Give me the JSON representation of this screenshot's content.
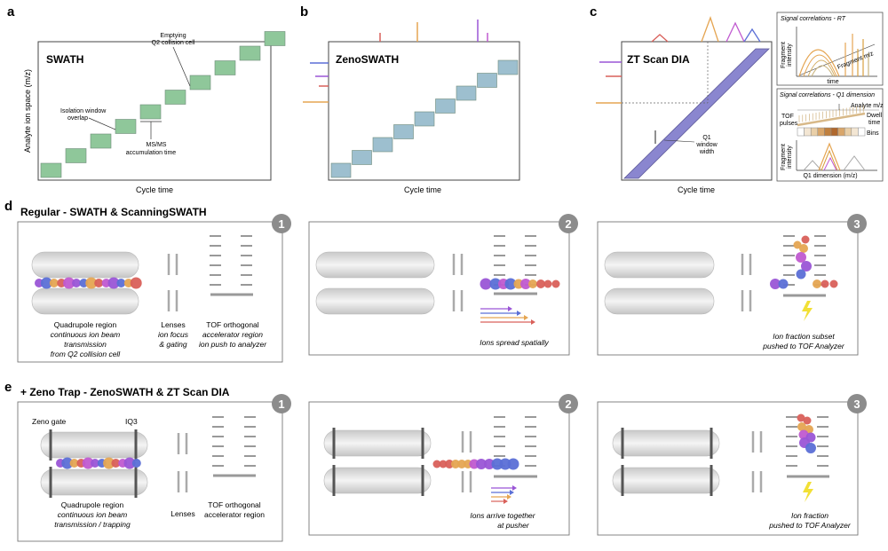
{
  "panels": {
    "a": {
      "letter": "a",
      "title": "SWATH",
      "ylabel": "Analyte ion space (m/z)",
      "xlabel": "Cycle time",
      "annotations": {
        "empty_1": "Emptying",
        "empty_2": "Q2 collision cell",
        "overlap_1": "Isolation window",
        "overlap_2": "overlap",
        "msms_1": "MS/MS",
        "msms_2": "accumulation time"
      }
    },
    "b": {
      "letter": "b",
      "title": "ZenoSWATH",
      "xlabel": "Cycle time"
    },
    "c": {
      "letter": "c",
      "title": "ZT Scan DIA",
      "xlabel": "Cycle time",
      "q1_1": "Q1",
      "q1_2": "window",
      "q1_3": "width",
      "inset_rt": {
        "title": "Signal correlations - RT",
        "ylabel_1": "Fragment",
        "ylabel_2": "intensity",
        "xlabel": "time",
        "diag": "Fragment m/z"
      },
      "inset_q1": {
        "title": "Signal correlations - Q1 dimension",
        "analyte": "Analyte m/z",
        "tof_1": "TOF",
        "tof_2": "pulses",
        "dwell_1": "Dwell",
        "dwell_2": "time",
        "bins": "Bins",
        "ylabel_1": "Fragment",
        "ylabel_2": "intensity",
        "xlabel": "Q1 dimension (m/z)"
      }
    },
    "d": {
      "letter": "d",
      "title": "Regular - SWATH & ScanningSWATH",
      "steps": [
        "1",
        "2",
        "3"
      ],
      "quad_1": "Quadrupole region",
      "quad_2": "continuous ion beam",
      "quad_3": "transmission",
      "quad_4": "from Q2 collision cell",
      "lens_1": "Lenses",
      "lens_2": "ion focus",
      "lens_3": "& gating",
      "tof_1": "TOF orthogonal",
      "tof_2": "accelerator region",
      "tof_3": "ion push to analyzer",
      "step2_cap": "Ions spread spatially",
      "step3_cap_1": "Ion fraction subset",
      "step3_cap_2": "pushed to TOF Analyzer"
    },
    "e": {
      "letter": "e",
      "title": "+ Zeno Trap - ZenoSWATH & ZT Scan DIA",
      "steps": [
        "1",
        "2",
        "3"
      ],
      "zeno_gate": "Zeno gate",
      "iq3": "IQ3",
      "quad_1": "Quadrupole region",
      "quad_2": "continuous ion beam",
      "quad_3": "transmission / trapping",
      "lens_1": "Lenses",
      "tof_1": "TOF orthogonal",
      "tof_2": "accelerator region",
      "step2_cap_1": "Ions arrive together",
      "step2_cap_2": "at pusher",
      "step3_cap_1": "Ion fraction",
      "step3_cap_2": "pushed to TOF Analyzer"
    }
  },
  "colors": {
    "swath_box": "#8fc79a",
    "zeno_box": "#9dbfcf",
    "ztscan_band": "#8a86cf",
    "ion_purple": "#9a55d6",
    "ion_blue": "#5b6fd6",
    "ion_orange": "#e5a552",
    "ion_red": "#d9605a",
    "ion_magenta": "#c05ad0",
    "quad_gray": "#d2d2d2",
    "step_badge": "#8c8c8c",
    "lightning": "#f2e035"
  }
}
